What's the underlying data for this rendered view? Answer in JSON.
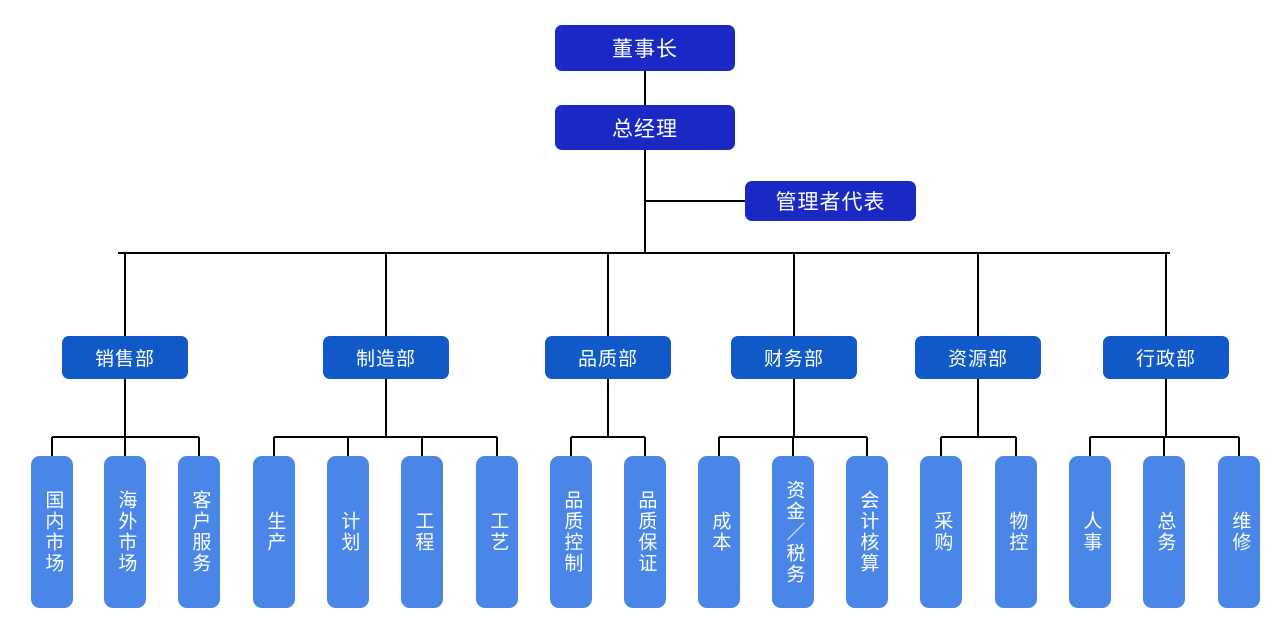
{
  "chart_data": {
    "type": "diagram",
    "diagram_type": "organizational-chart",
    "title": "",
    "orientation": "top-down",
    "colors": {
      "executive_box": "#1a28c4",
      "department_box": "#1059c7",
      "unit_box": "#4a86e8",
      "connector_line": "#000000",
      "label_text": "#ffffff",
      "background": "#ffffff"
    },
    "levels": [
      {
        "name": "executive",
        "color": "#1a28c4"
      },
      {
        "name": "department",
        "color": "#1059c7"
      },
      {
        "name": "unit",
        "color": "#4a86e8"
      }
    ]
  },
  "nodes": {
    "chairman": {
      "label": "董事长",
      "level": "executive"
    },
    "general_manager": {
      "label": "总经理",
      "level": "executive"
    },
    "management_representative": {
      "label": "管理者代表",
      "level": "executive"
    },
    "departments": [
      {
        "id": "sales",
        "label": "销售部"
      },
      {
        "id": "manufacturing",
        "label": "制造部"
      },
      {
        "id": "quality",
        "label": "品质部"
      },
      {
        "id": "finance",
        "label": "财务部"
      },
      {
        "id": "resources",
        "label": "资源部"
      },
      {
        "id": "administration",
        "label": "行政部"
      }
    ],
    "units": {
      "sales": [
        {
          "id": "domestic-market",
          "label": "国内市场"
        },
        {
          "id": "overseas-market",
          "label": "海外市场"
        },
        {
          "id": "customer-service",
          "label": "客户服务"
        }
      ],
      "manufacturing": [
        {
          "id": "production",
          "label": "生产"
        },
        {
          "id": "planning",
          "label": "计划"
        },
        {
          "id": "engineering",
          "label": "工程"
        },
        {
          "id": "process",
          "label": "工艺"
        }
      ],
      "quality": [
        {
          "id": "quality-control",
          "label": "品质控制"
        },
        {
          "id": "quality-assurance",
          "label": "品质保证"
        }
      ],
      "finance": [
        {
          "id": "cost",
          "label": "成本"
        },
        {
          "id": "funds-tax",
          "label": "资金／税务"
        },
        {
          "id": "accounting",
          "label": "会计核算"
        }
      ],
      "resources": [
        {
          "id": "purchasing",
          "label": "采购"
        },
        {
          "id": "material-control",
          "label": "物控"
        }
      ],
      "administration": [
        {
          "id": "human-resources",
          "label": "人事"
        },
        {
          "id": "general-affairs",
          "label": "总务"
        },
        {
          "id": "maintenance",
          "label": "维修"
        }
      ]
    }
  }
}
